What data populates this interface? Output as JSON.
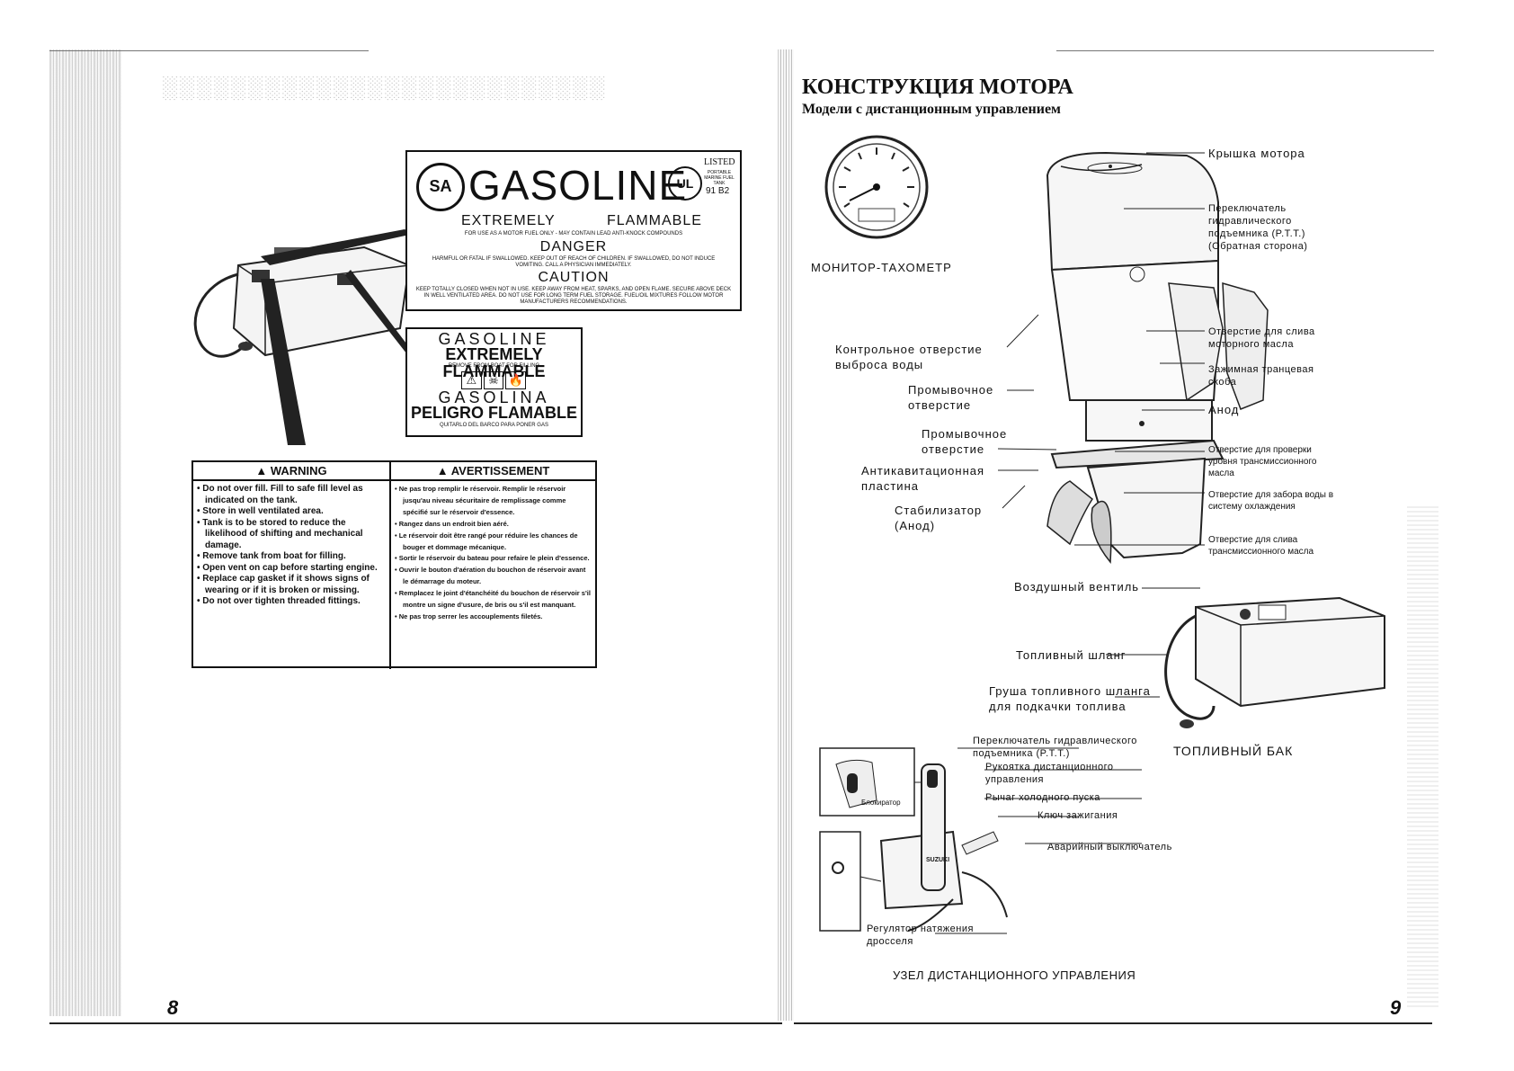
{
  "left_page": {
    "label_large": {
      "csa_text": "SA",
      "title": "GASOLINE",
      "ul_text": "UL",
      "listed": "LISTED",
      "listed_small": "PORTABLE MARINE FUEL TANK",
      "listed_code": "91 B2",
      "line1a": "EXTREMELY",
      "line1b": "FLAMMABLE",
      "line2": "FOR USE AS A MOTOR FUEL ONLY - MAY CONTAIN LEAD ANTI-KNOCK COMPOUNDS",
      "danger": "DANGER",
      "danger_text": "HARMFUL OR FATAL IF SWALLOWED. KEEP OUT OF REACH OF CHILDREN. IF SWALLOWED, DO NOT INDUCE VOMITING. CALL A PHYSICIAN IMMEDIATELY.",
      "caution": "CAUTION",
      "caution_text": "KEEP TOTALLY CLOSED WHEN NOT IN USE. KEEP AWAY FROM HEAT, SPARKS, AND OPEN FLAME. SECURE ABOVE DECK IN WELL VENTILATED AREA. DO NOT USE FOR LONG TERM FUEL STORAGE. FUEL/OIL MIXTURES FOLLOW MOTOR MANUFACTURERS RECOMMENDATIONS."
    },
    "label_small": {
      "l1": "GASOLINE",
      "l2": "EXTREMELY FLAMMABLE",
      "l3": "REMOVE FROM BOAT FOR FILLING",
      "l4": "GASOLINA",
      "l5": "PELIGRO FLAMABLE",
      "l6": "QUITARLO DEL BARCO PARA PONER GAS"
    },
    "warning": {
      "en_title": "WARNING",
      "fr_title": "AVERTISSEMENT",
      "en_items": [
        "Do not over fill. Fill to safe fill level as indicated on the tank.",
        "Store in well ventilated area.",
        "Tank is to be stored to reduce the likelihood of shifting and mechanical damage.",
        "Remove tank from boat for filling.",
        "Open vent on cap before starting engine.",
        "Replace cap gasket if it shows signs of wearing or if it is broken or missing.",
        "Do not over tighten threaded fittings."
      ],
      "fr_items": [
        "Ne pas trop remplir le réservoir. Remplir le réservoir jusqu'au niveau sécuritaire de remplissage comme spécifié sur le réservoir d'essence.",
        "Rangez dans un endroit bien aéré.",
        "Le réservoir doit être rangé pour réduire les chances de bouger et dommage mécanique.",
        "Sortir le réservoir du bateau pour refaire le plein d'essence.",
        "Ouvrir le bouton d'aération du bouchon de réservoir avant le démarrage du moteur.",
        "Remplacez le joint d'étanchéité du bouchon de réservoir s'il montre un signe d'usure, de bris ou s'il est manquant.",
        "Ne pas trop serrer les accouplements filetés."
      ]
    },
    "page_number": "8"
  },
  "right_page": {
    "title": "КОНСТРУКЦИЯ МОТОРА",
    "subtitle": "Модели с дистанционным управлением",
    "tacho_caption": "МОНИТОР-ТАХОМЕТР",
    "callouts_right": {
      "cover": "Крышка мотора",
      "ptt": "Переключатель гидравлического подъемника (P.T.T.) (Обратная сторона)",
      "oil_drain": "Отверстие для слива моторного масла",
      "clamp": "Зажимная транцевая скоба",
      "anode": "Анод",
      "gear_check": "Отверстие для проверки уровня трансмиссионного масла",
      "water_intake": "Отверстие для забора воды в систему охлаждения",
      "gear_drain": "Отверстие для слива трансмиссионного масла"
    },
    "callouts_left": {
      "water_check": "Контрольное отверстие выброса воды",
      "flush1": "Промывочное отверстие",
      "flush2": "Промывочное отверстие",
      "anticav": "Антикавитационная пластина",
      "trim_tab": "Стабилизатор (Анод)"
    },
    "tank": {
      "air_vent": "Воздушный вентиль",
      "fuel_hose": "Топливный шланг",
      "primer": "Груша топливного шланга для подкачки топлива",
      "caption": "ТОПЛИВНЫЙ БАК"
    },
    "remote": {
      "ptt_switch": "Переключатель гидравлического подъемника (P.T.T.)",
      "handle": "Рукоятка дистанционного управления",
      "choke": "Рычаг холодного пуска",
      "key": "Ключ зажигания",
      "stop": "Аварийный выключатель",
      "throttle": "Регулятор натяжения дросселя",
      "lock": "Блокиратор",
      "brand": "SUZUKI",
      "caption": "УЗЕЛ ДИСТАНЦИОННОГО УПРАВЛЕНИЯ"
    },
    "page_number": "9"
  }
}
